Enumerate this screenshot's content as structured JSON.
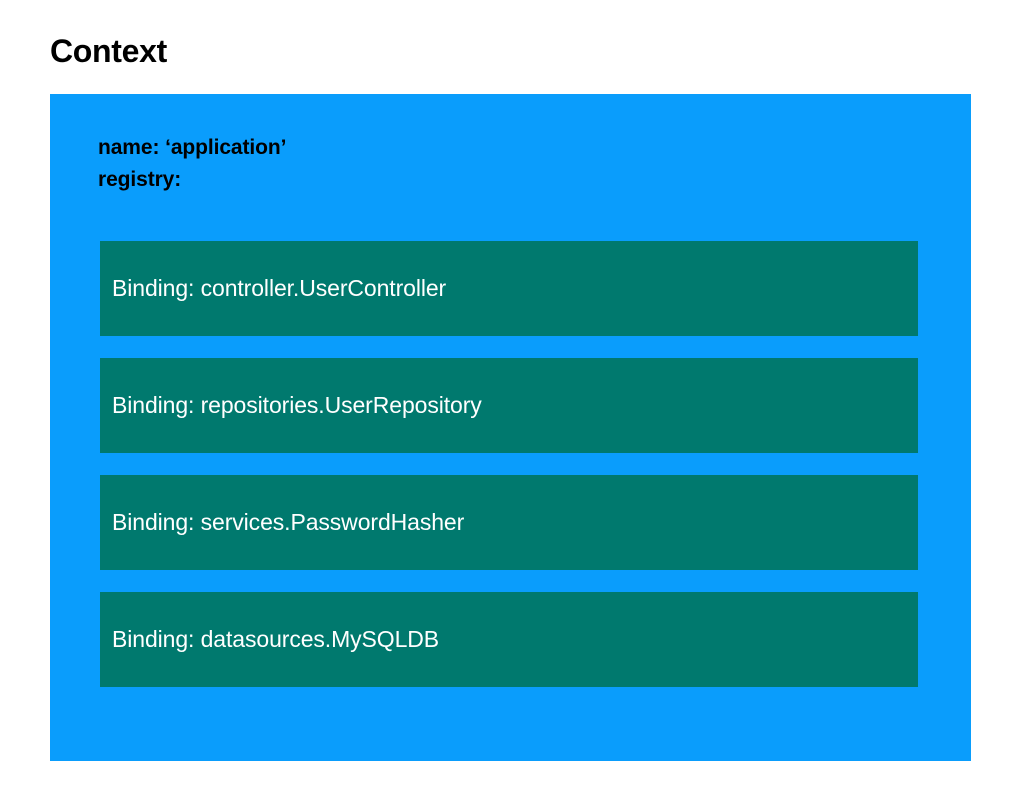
{
  "slide": {
    "title": "Context",
    "background_color": "#ffffff"
  },
  "context": {
    "background_color": "#0A9DFC",
    "name_line": "name: ‘application’",
    "registry_line": "registry:",
    "registry": {
      "item_color": "#00796E",
      "items": [
        {
          "label": "Binding: controller.UserController"
        },
        {
          "label": "Binding: repositories.UserRepository"
        },
        {
          "label": "Binding: services.PasswordHasher"
        },
        {
          "label": "Binding: datasources.MySQLDB"
        }
      ]
    }
  }
}
